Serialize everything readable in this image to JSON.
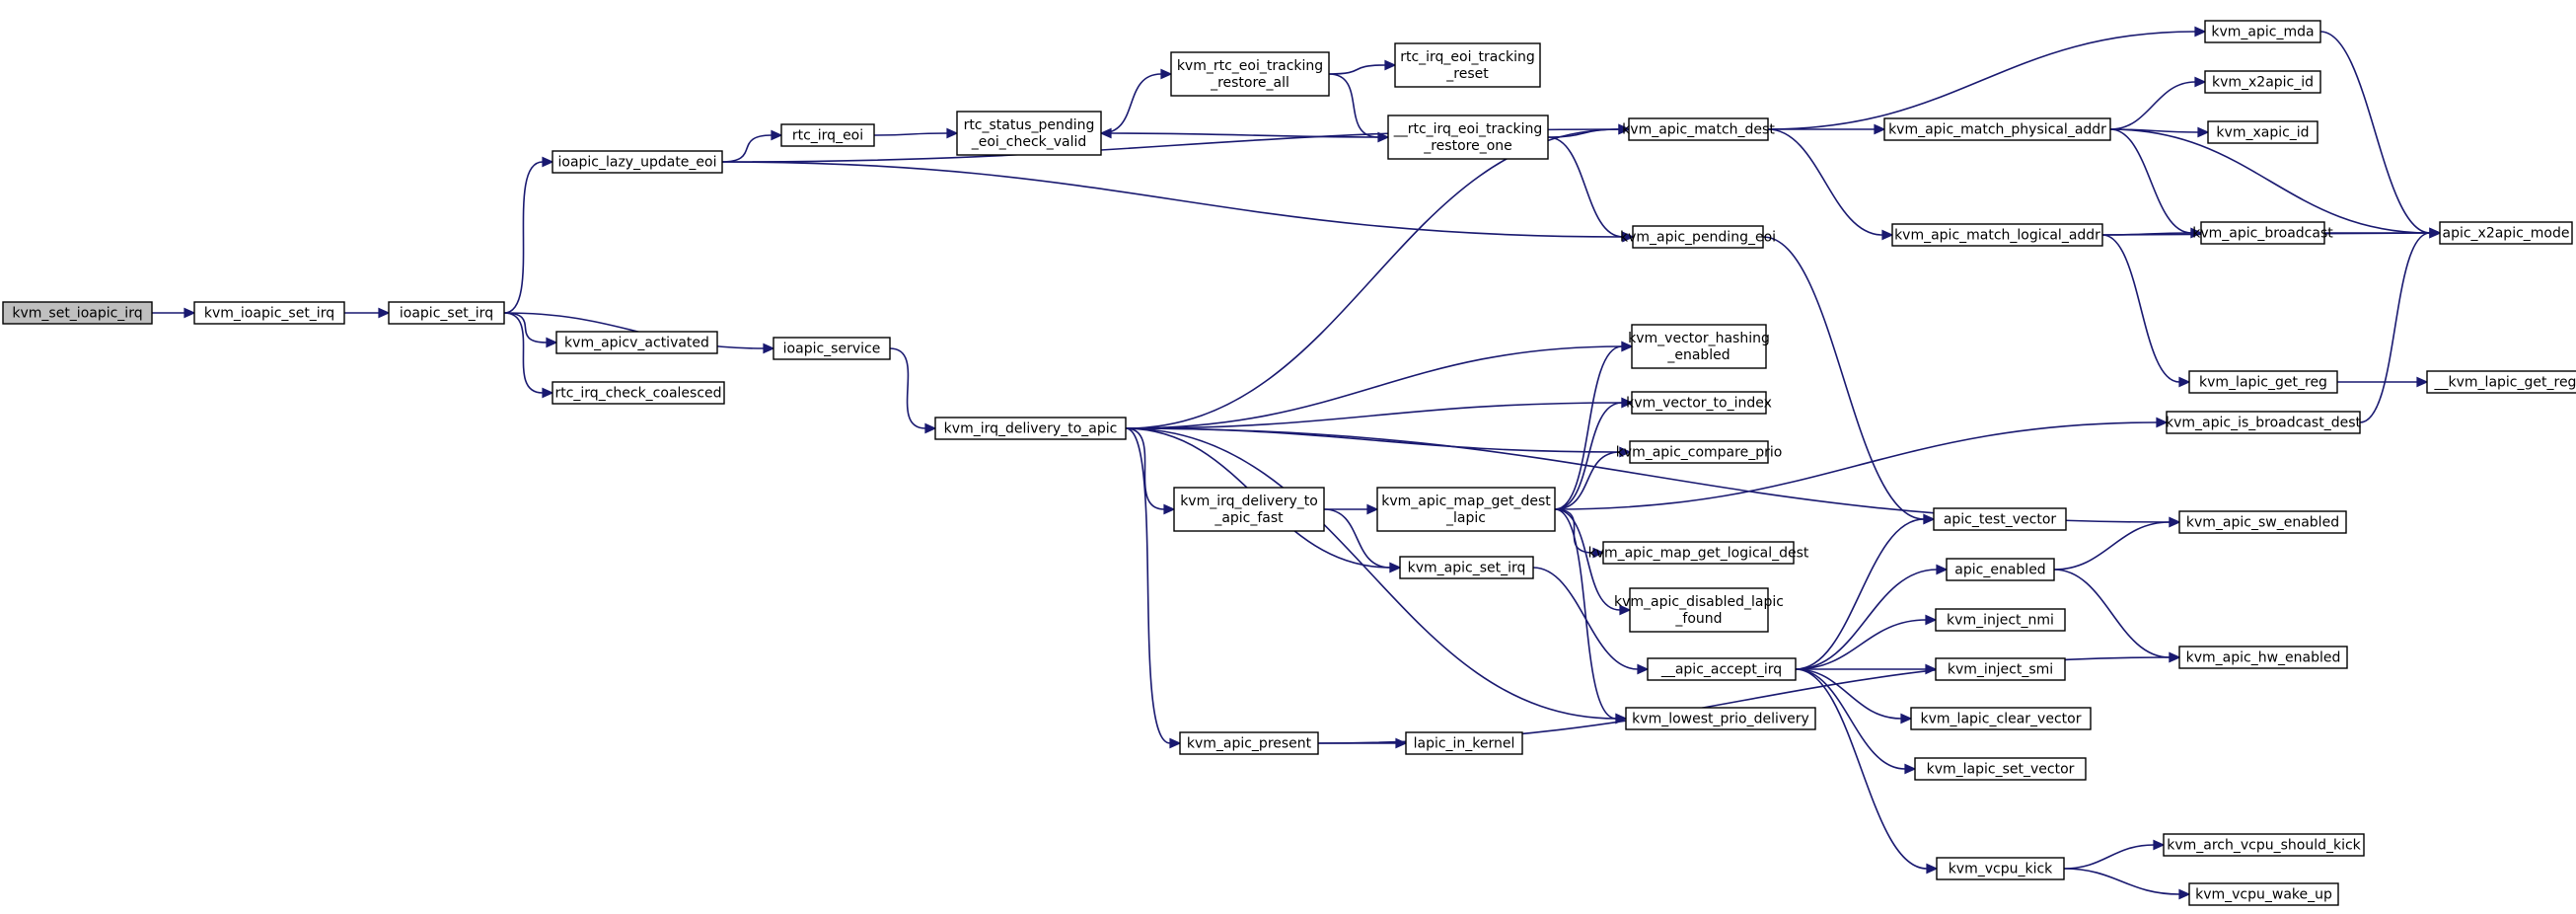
{
  "graph": {
    "nodes": [
      {
        "id": "n0",
        "lines": [
          "kvm_set_ioapic_irq"
        ],
        "root": true
      },
      {
        "id": "n1",
        "lines": [
          "kvm_ioapic_set_irq"
        ]
      },
      {
        "id": "n2",
        "lines": [
          "ioapic_set_irq"
        ]
      },
      {
        "id": "n3",
        "lines": [
          "ioapic_lazy_update_eoi"
        ]
      },
      {
        "id": "n4",
        "lines": [
          "kvm_apicv_activated"
        ]
      },
      {
        "id": "n5",
        "lines": [
          "rtc_irq_check_coalesced"
        ]
      },
      {
        "id": "n6",
        "lines": [
          "ioapic_service"
        ]
      },
      {
        "id": "n7",
        "lines": [
          "rtc_irq_eoi"
        ]
      },
      {
        "id": "n8",
        "lines": [
          "rtc_status_pending",
          "_eoi_check_valid"
        ]
      },
      {
        "id": "n9",
        "lines": [
          "kvm_rtc_eoi_tracking",
          "_restore_all"
        ]
      },
      {
        "id": "n10",
        "lines": [
          "rtc_irq_eoi_tracking",
          "_reset"
        ]
      },
      {
        "id": "n11",
        "lines": [
          "__rtc_irq_eoi_tracking",
          "_restore_one"
        ]
      },
      {
        "id": "n12",
        "lines": [
          "kvm_apic_match_dest"
        ]
      },
      {
        "id": "n13",
        "lines": [
          "kvm_apic_pending_eoi"
        ]
      },
      {
        "id": "n14",
        "lines": [
          "kvm_irq_delivery_to_apic"
        ]
      },
      {
        "id": "n15",
        "lines": [
          "kvm_irq_delivery_to",
          "_apic_fast"
        ]
      },
      {
        "id": "n16",
        "lines": [
          "kvm_apic_map_get_dest",
          "_lapic"
        ]
      },
      {
        "id": "n17",
        "lines": [
          "kvm_apic_set_irq"
        ]
      },
      {
        "id": "n18",
        "lines": [
          "kvm_apic_present"
        ]
      },
      {
        "id": "n19",
        "lines": [
          "lapic_in_kernel"
        ]
      },
      {
        "id": "n20",
        "lines": [
          "kvm_vector_hashing",
          "_enabled"
        ]
      },
      {
        "id": "n21",
        "lines": [
          "kvm_vector_to_index"
        ]
      },
      {
        "id": "n22",
        "lines": [
          "kvm_apic_compare_prio"
        ]
      },
      {
        "id": "n23",
        "lines": [
          "kvm_apic_map_get_logical_dest"
        ]
      },
      {
        "id": "n24",
        "lines": [
          "kvm_apic_disabled_lapic",
          "_found"
        ]
      },
      {
        "id": "n25",
        "lines": [
          "__apic_accept_irq"
        ]
      },
      {
        "id": "n26",
        "lines": [
          "kvm_lowest_prio_delivery"
        ]
      },
      {
        "id": "n27",
        "lines": [
          "kvm_apic_match_physical_addr"
        ]
      },
      {
        "id": "n28",
        "lines": [
          "kvm_apic_match_logical_addr"
        ]
      },
      {
        "id": "n29",
        "lines": [
          "kvm_apic_mda"
        ]
      },
      {
        "id": "n30",
        "lines": [
          "kvm_x2apic_id"
        ]
      },
      {
        "id": "n31",
        "lines": [
          "kvm_xapic_id"
        ]
      },
      {
        "id": "n32",
        "lines": [
          "kvm_apic_broadcast"
        ]
      },
      {
        "id": "n33",
        "lines": [
          "apic_x2apic_mode"
        ]
      },
      {
        "id": "n34",
        "lines": [
          "kvm_lapic_get_reg"
        ]
      },
      {
        "id": "n35",
        "lines": [
          "__kvm_lapic_get_reg"
        ]
      },
      {
        "id": "n36",
        "lines": [
          "kvm_apic_is_broadcast_dest"
        ]
      },
      {
        "id": "n37",
        "lines": [
          "apic_test_vector"
        ]
      },
      {
        "id": "n38",
        "lines": [
          "apic_enabled"
        ]
      },
      {
        "id": "n39",
        "lines": [
          "kvm_inject_nmi"
        ]
      },
      {
        "id": "n40",
        "lines": [
          "kvm_inject_smi"
        ]
      },
      {
        "id": "n41",
        "lines": [
          "kvm_lapic_clear_vector"
        ]
      },
      {
        "id": "n42",
        "lines": [
          "kvm_lapic_set_vector"
        ]
      },
      {
        "id": "n43",
        "lines": [
          "kvm_vcpu_kick"
        ]
      },
      {
        "id": "n44",
        "lines": [
          "kvm_apic_sw_enabled"
        ]
      },
      {
        "id": "n45",
        "lines": [
          "kvm_apic_hw_enabled"
        ]
      },
      {
        "id": "n46",
        "lines": [
          "kvm_arch_vcpu_should_kick"
        ]
      },
      {
        "id": "n47",
        "lines": [
          "kvm_vcpu_wake_up"
        ]
      }
    ],
    "edges": [
      {
        "from": "n0",
        "to": "n1"
      },
      {
        "from": "n1",
        "to": "n2"
      },
      {
        "from": "n2",
        "to": "n3"
      },
      {
        "from": "n2",
        "to": "n4"
      },
      {
        "from": "n2",
        "to": "n5"
      },
      {
        "from": "n2",
        "to": "n6"
      },
      {
        "from": "n3",
        "to": "n7"
      },
      {
        "from": "n3",
        "to": "n12"
      },
      {
        "from": "n3",
        "to": "n13"
      },
      {
        "from": "n7",
        "to": "n8"
      },
      {
        "from": "n8",
        "to": "n9"
      },
      {
        "from": "n9",
        "to": "n10"
      },
      {
        "from": "n9",
        "to": "n11"
      },
      {
        "from": "n11",
        "to": "n8"
      },
      {
        "from": "n11",
        "to": "n12"
      },
      {
        "from": "n11",
        "to": "n13"
      },
      {
        "from": "n6",
        "to": "n14"
      },
      {
        "from": "n14",
        "to": "n12"
      },
      {
        "from": "n14",
        "to": "n44"
      },
      {
        "from": "n14",
        "to": "n20"
      },
      {
        "from": "n14",
        "to": "n21"
      },
      {
        "from": "n14",
        "to": "n22"
      },
      {
        "from": "n14",
        "to": "n15"
      },
      {
        "from": "n14",
        "to": "n17"
      },
      {
        "from": "n14",
        "to": "n26"
      },
      {
        "from": "n14",
        "to": "n18"
      },
      {
        "from": "n15",
        "to": "n16"
      },
      {
        "from": "n15",
        "to": "n17"
      },
      {
        "from": "n16",
        "to": "n20"
      },
      {
        "from": "n16",
        "to": "n21"
      },
      {
        "from": "n16",
        "to": "n22"
      },
      {
        "from": "n16",
        "to": "n36"
      },
      {
        "from": "n16",
        "to": "n23"
      },
      {
        "from": "n16",
        "to": "n24"
      },
      {
        "from": "n16",
        "to": "n26"
      },
      {
        "from": "n17",
        "to": "n25"
      },
      {
        "from": "n18",
        "to": "n19"
      },
      {
        "from": "n18",
        "to": "n45"
      },
      {
        "from": "n12",
        "to": "n29"
      },
      {
        "from": "n12",
        "to": "n27"
      },
      {
        "from": "n12",
        "to": "n28"
      },
      {
        "from": "n27",
        "to": "n30"
      },
      {
        "from": "n27",
        "to": "n31"
      },
      {
        "from": "n27",
        "to": "n32"
      },
      {
        "from": "n27",
        "to": "n33"
      },
      {
        "from": "n28",
        "to": "n32"
      },
      {
        "from": "n28",
        "to": "n33"
      },
      {
        "from": "n28",
        "to": "n34"
      },
      {
        "from": "n29",
        "to": "n33"
      },
      {
        "from": "n32",
        "to": "n33"
      },
      {
        "from": "n34",
        "to": "n35"
      },
      {
        "from": "n36",
        "to": "n33"
      },
      {
        "from": "n13",
        "to": "n37"
      },
      {
        "from": "n25",
        "to": "n37"
      },
      {
        "from": "n25",
        "to": "n38"
      },
      {
        "from": "n25",
        "to": "n39"
      },
      {
        "from": "n25",
        "to": "n40"
      },
      {
        "from": "n25",
        "to": "n41"
      },
      {
        "from": "n25",
        "to": "n42"
      },
      {
        "from": "n25",
        "to": "n43"
      },
      {
        "from": "n38",
        "to": "n44"
      },
      {
        "from": "n38",
        "to": "n45"
      },
      {
        "from": "n43",
        "to": "n46"
      },
      {
        "from": "n43",
        "to": "n47"
      }
    ]
  }
}
